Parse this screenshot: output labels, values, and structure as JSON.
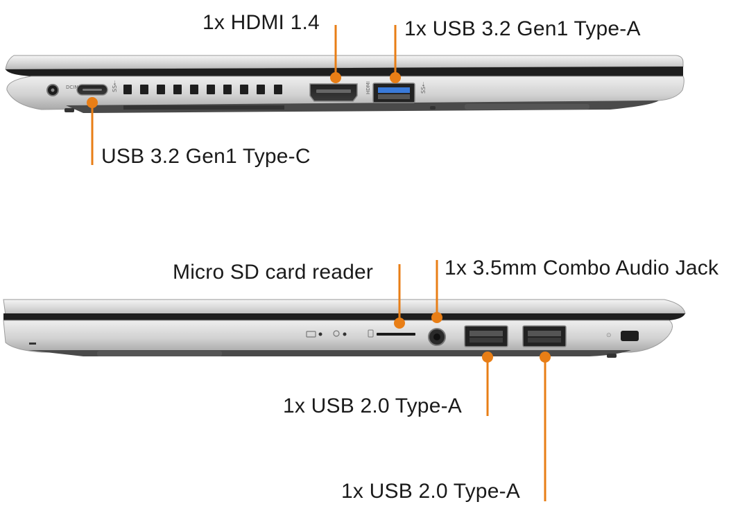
{
  "accent_color": "#e87e16",
  "callouts": {
    "hdmi": "1x HDMI 1.4",
    "usb_a_gen1": "1x USB 3.2 Gen1 Type-A",
    "usb_c_gen1": "USB 3.2 Gen1 Type-C",
    "micro_sd": "Micro SD card reader",
    "audio_jack": "1x 3.5mm Combo Audio Jack",
    "usb20_a_1": "1x USB 2.0 Type-A",
    "usb20_a_2": "1x USB 2.0 Type-A"
  },
  "port_icons": {
    "dc": "DCIN",
    "ss_1": "SS⇠",
    "hdmi_tag": "HDMI",
    "ss_2": "SS⇠"
  }
}
